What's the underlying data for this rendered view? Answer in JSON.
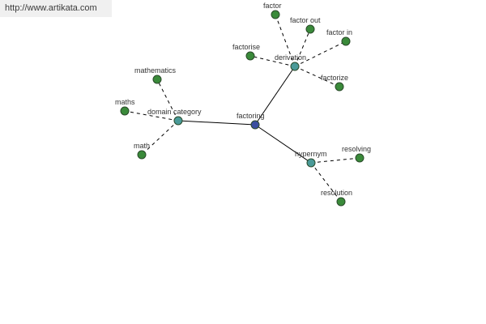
{
  "source_url": "http://www.artikata.com",
  "colors": {
    "root_node": "#3a4fa0",
    "category_node": "#4a9a98",
    "leaf_node": "#3a8a3a",
    "node_stroke": "#2a4a2a"
  },
  "root": {
    "id": "factoring",
    "label": "factoring"
  },
  "categories": [
    {
      "id": "domain-category",
      "label": "domain category"
    },
    {
      "id": "derivation",
      "label": "derivation"
    },
    {
      "id": "hypernym",
      "label": "hypernym"
    }
  ],
  "leaves": [
    {
      "id": "mathematics",
      "label": "mathematics",
      "parent": "domain-category"
    },
    {
      "id": "maths",
      "label": "maths",
      "parent": "domain-category"
    },
    {
      "id": "math",
      "label": "math",
      "parent": "domain-category"
    },
    {
      "id": "factor",
      "label": "factor",
      "parent": "derivation"
    },
    {
      "id": "factor-out",
      "label": "factor out",
      "parent": "derivation"
    },
    {
      "id": "factor-in",
      "label": "factor in",
      "parent": "derivation"
    },
    {
      "id": "factorise",
      "label": "factorise",
      "parent": "derivation"
    },
    {
      "id": "factorize",
      "label": "factorize",
      "parent": "derivation"
    },
    {
      "id": "resolving",
      "label": "resolving",
      "parent": "hypernym"
    },
    {
      "id": "resolution",
      "label": "resolution",
      "parent": "hypernym"
    }
  ]
}
